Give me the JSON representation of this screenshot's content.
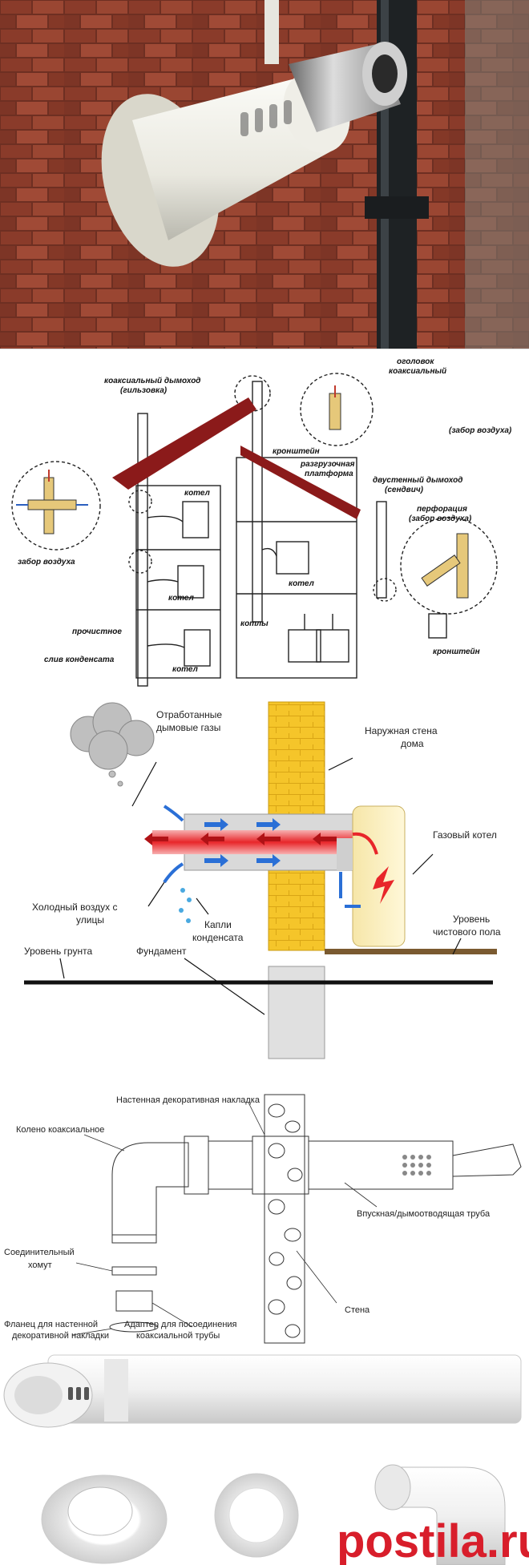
{
  "photo": {
    "description_icon": "wall-mounted-coaxial-flue-photo"
  },
  "scheme": {
    "labels": {
      "coaxial_chimney": "коаксиальный дымоход",
      "coaxial_chimney_sub": "(гильзовка)",
      "cap": "оголовок",
      "cap_sub": "коаксиальный",
      "air_intake_top": "(забор воздуха)",
      "bracket_top": "кронштейн",
      "boiler_1": "котел",
      "unloading_platform": "разгрузочная",
      "unloading_platform_2": "платформа",
      "double_chimney": "двустенный дымоход",
      "double_chimney_sub": "(сендвич)",
      "perforation": "перфорация",
      "perforation_sub": "(забор воздуха)",
      "air_intake_left": "забор воздуха",
      "boiler_2": "котел",
      "boiler_3": "котел",
      "boiler_4": "котел",
      "boilers": "котлы",
      "cleanout": "прочистное",
      "condensate_drain": "слив конденсата",
      "bracket_bottom": "кронштейн"
    }
  },
  "flow": {
    "labels": {
      "exhaust_1": "Отработанные",
      "exhaust_2": "дымовые газы",
      "outer_wall_1": "Наружная стена",
      "outer_wall_2": "дома",
      "gas_boiler": "Газовый котел",
      "cold_air_1": "Холодный воздух с",
      "cold_air_2": "улицы",
      "drops_1": "Капли",
      "drops_2": "конденсата",
      "floor_1": "Уровень",
      "floor_2": "чистового пола",
      "ground": "Уровень грунта",
      "foundation": "Фундамент"
    }
  },
  "parts": {
    "labels": {
      "wall_trim": "Настенная декоративная накладка",
      "elbow": "Колено коаксиальное",
      "clamp_1": "Соединительный",
      "clamp_2": "хомут",
      "pipe": "Впускная/дымоотводящая труба",
      "wall": "Стена",
      "flange_1": "Фланец для настенной",
      "flange_2": "декоративной накладки",
      "adapter_1": "Адаптер для посоединения",
      "adapter_2": "коаксиальной трубы"
    }
  },
  "watermark": "postila.ru",
  "colors": {
    "brick": "#8a3b2a",
    "roof": "#8b1a1a",
    "hot": "#e8262a",
    "cold": "#2a6fd6",
    "wall_yellow": "#f5c52a",
    "watermark": "#d81e2b"
  }
}
